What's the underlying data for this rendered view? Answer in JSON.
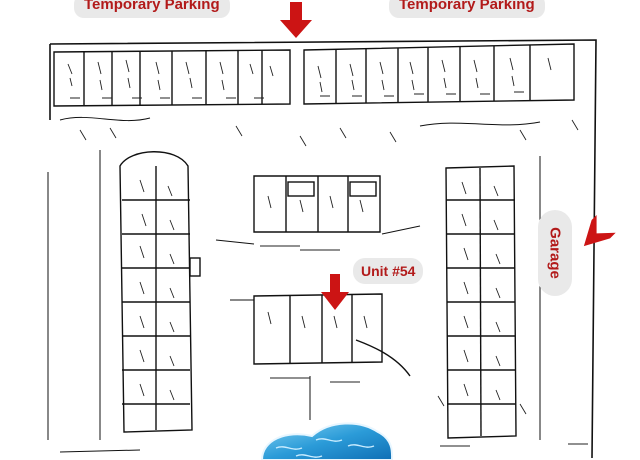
{
  "labels": {
    "parking_left": "Temporary Parking",
    "parking_right": "Temporary Parking",
    "unit": "Unit #54",
    "garage": "Garage"
  },
  "icons": {
    "arrow": "red-arrow-icon",
    "pool": "swimming-pool"
  },
  "colors": {
    "label_text": "#b21a1a",
    "label_bg": "#e9e9e9",
    "arrow": "#cc1414",
    "linework": "#111111",
    "pool_water": "#2b9bd8"
  }
}
